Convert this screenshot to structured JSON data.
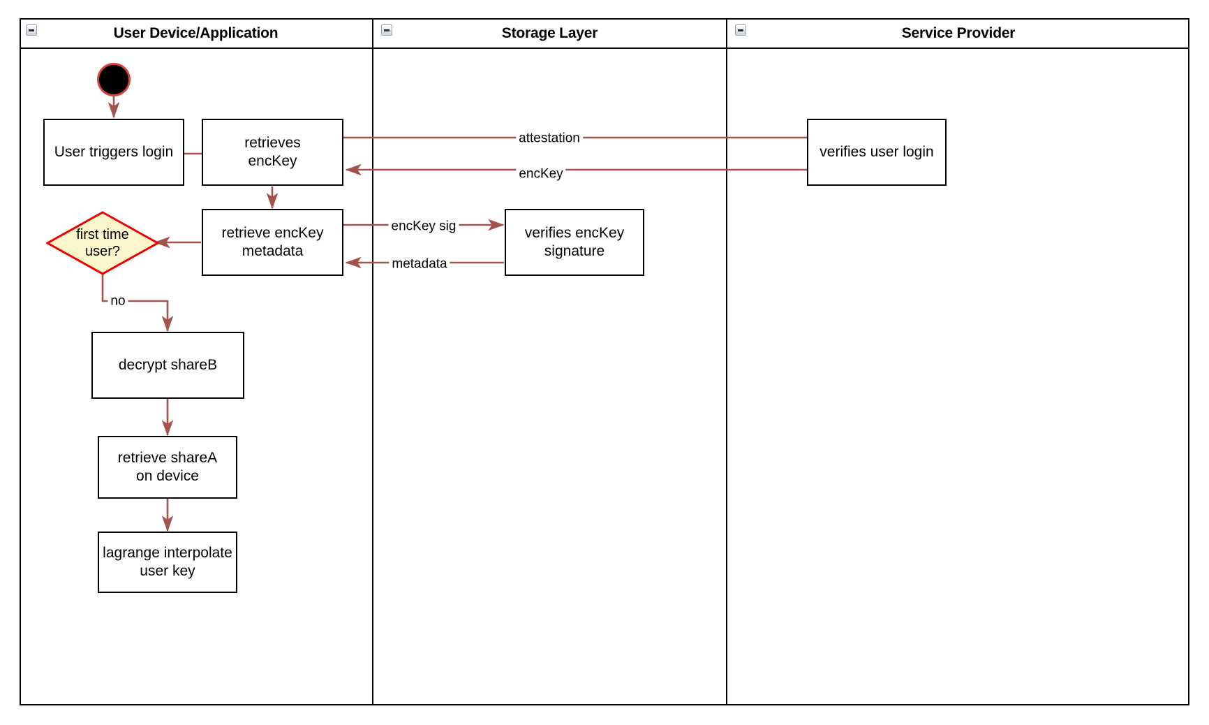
{
  "diagram": {
    "type": "swimlane-activity-diagram",
    "accent_edge_color": "#a2544c",
    "start_node_ring_color": "#d6443c",
    "decision_fill_color": "#fdf6cd",
    "decision_border_color": "#ee0000",
    "node_border_color": "#000000",
    "background_color": "#ffffff"
  },
  "lanes": [
    {
      "id": "user-device",
      "title": "User Device/Application",
      "collapse_icon": "collapse-minus-icon"
    },
    {
      "id": "storage-layer",
      "title": "Storage Layer",
      "collapse_icon": "collapse-minus-icon"
    },
    {
      "id": "service-provider",
      "title": "Service Provider",
      "collapse_icon": "collapse-minus-icon"
    }
  ],
  "nodes": {
    "start": {
      "label": "",
      "shape": "initial-node"
    },
    "user_triggers_login": {
      "label": "User triggers login",
      "shape": "activity"
    },
    "retrieves_enckey": {
      "label": "retrieves\nencKey",
      "shape": "activity"
    },
    "retrieve_enckey_metadata": {
      "label": "retrieve encKey\nmetadata",
      "shape": "activity"
    },
    "first_time_user": {
      "label": "first time\nuser?",
      "shape": "decision"
    },
    "decrypt_shareb": {
      "label": "decrypt shareB",
      "shape": "activity"
    },
    "retrieve_sharea_on_device": {
      "label": "retrieve shareA\non device",
      "shape": "activity"
    },
    "lagrange_interpolate_user_key": {
      "label": "lagrange interpolate\nuser key",
      "shape": "activity"
    },
    "verifies_enckey_signature": {
      "label": "verifies encKey\nsignature",
      "shape": "activity"
    },
    "verifies_user_login": {
      "label": "verifies user login",
      "shape": "activity"
    }
  },
  "edge_labels": {
    "attestation": "attestation",
    "enckey": "encKey",
    "enckey_sig": "encKey sig",
    "metadata": "metadata",
    "no": "no"
  }
}
